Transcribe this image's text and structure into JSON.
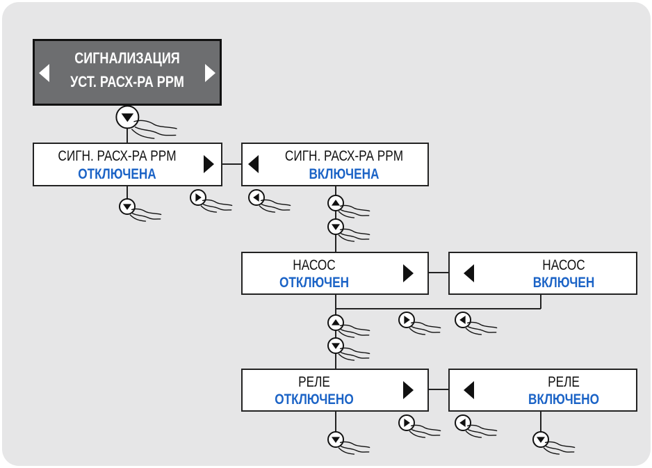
{
  "header": {
    "line1": "СИГНАЛИЗАЦИЯ",
    "line2": "УСТ. РАСХ-РА PPM"
  },
  "alarm_off": {
    "line1": "СИГН. РАСХ-РА PPM",
    "line2": "ОТКЛЮЧЕНА"
  },
  "alarm_on": {
    "line1": "СИГН. РАСХ-РА PPM",
    "line2": "ВКЛЮЧЕНА"
  },
  "pump_off": {
    "line1": "НАСОС",
    "line2": "ОТКЛЮЧЕН"
  },
  "pump_on": {
    "line1": "НАСОС",
    "line2": "ВКЛЮЧЕН"
  },
  "relay_off": {
    "line1": "РЕЛЕ",
    "line2": "ОТКЛЮЧЕНО"
  },
  "relay_on": {
    "line1": "РЕЛЕ",
    "line2": "ВКЛЮЧЕНО"
  },
  "buttons": {
    "down_icon": "down-arrow-button-icon",
    "up_icon": "up-arrow-button-icon",
    "right_icon": "right-arrow-button-icon",
    "left_icon": "left-arrow-button-icon",
    "hand_icon": "pressing-finger-icon"
  },
  "colors": {
    "background_panel": "#e6e6e7",
    "header_fill": "#6d6e70",
    "status_text": "#1b63c6",
    "outline": "#222222"
  }
}
